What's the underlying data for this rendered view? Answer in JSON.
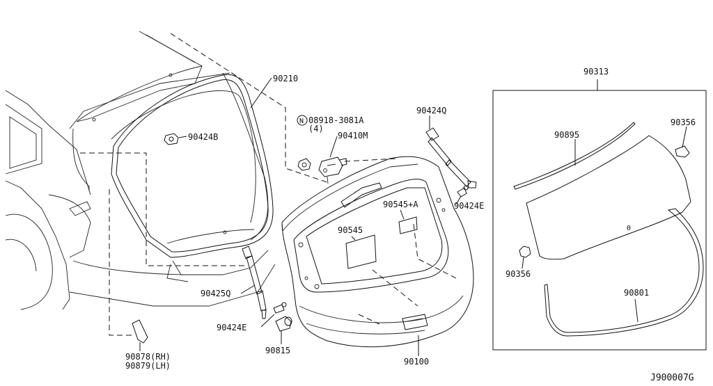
{
  "diagram_code": "J900007G",
  "labels": {
    "p90210": "90210",
    "p90424B": "90424B",
    "p08918": "08918-3081A",
    "p08918_qty": "(4)",
    "nut_symbol": "N",
    "p90410M": "90410M",
    "p90424Q": "90424Q",
    "p90424E_r": "90424E",
    "p90545A": "90545+A",
    "p90545": "90545",
    "p90425Q": "90425Q",
    "p90424E_l": "90424E",
    "p90815": "90815",
    "p90100": "90100",
    "p90878": "90878(RH)",
    "p90879": "90879(LH)",
    "p90313": "90313",
    "p90895": "90895",
    "p90356_top": "90356",
    "p90356_left": "90356",
    "p90801": "90801",
    "glass_mark": "0"
  }
}
